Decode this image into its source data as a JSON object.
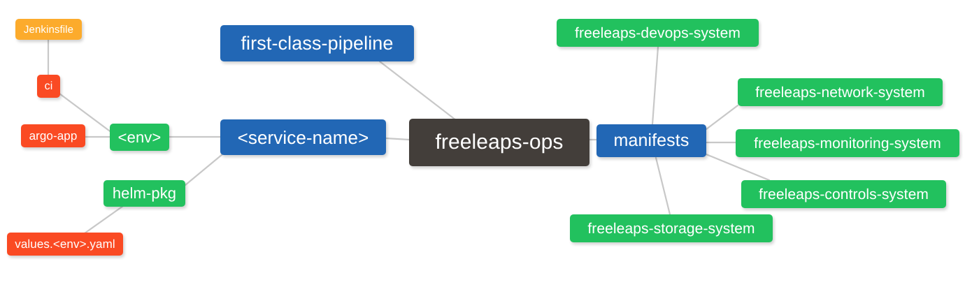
{
  "diagram": {
    "type": "mindmap",
    "title": "freeleaps-ops",
    "background_color": "#ffffff",
    "edge_color": "#c8c8c8"
  },
  "palette": {
    "root_dark": "#433e3a",
    "blue": "#2267b5",
    "green": "#22c15e",
    "red": "#fa4a23",
    "orange": "#fcab2c",
    "text": "#ffffff",
    "edge": "#c8c8c8"
  },
  "nodes": {
    "root": {
      "label": "freeleaps-ops",
      "color": "root_dark"
    },
    "service_name": {
      "label": "<service-name>",
      "color": "blue"
    },
    "first_class_pipeline": {
      "label": "first-class-pipeline",
      "color": "blue"
    },
    "manifests": {
      "label": "manifests",
      "color": "blue"
    },
    "env": {
      "label": "<env>",
      "color": "green"
    },
    "helm_pkg": {
      "label": "helm-pkg",
      "color": "green"
    },
    "jenkinsfile": {
      "label": "Jenkinsfile",
      "color": "orange"
    },
    "ci": {
      "label": "ci",
      "color": "red"
    },
    "argo_app": {
      "label": "argo-app",
      "color": "red"
    },
    "values_yaml": {
      "label": "values.<env>.yaml",
      "color": "red"
    },
    "devops_system": {
      "label": "freeleaps-devops-system",
      "color": "green"
    },
    "network_system": {
      "label": "freeleaps-network-system",
      "color": "green"
    },
    "monitoring_system": {
      "label": "freeleaps-monitoring-system",
      "color": "green"
    },
    "controls_system": {
      "label": "freeleaps-controls-system",
      "color": "green"
    },
    "storage_system": {
      "label": "freeleaps-storage-system",
      "color": "green"
    }
  },
  "edges": [
    {
      "from": "root",
      "to": "service_name"
    },
    {
      "from": "root",
      "to": "first_class_pipeline"
    },
    {
      "from": "root",
      "to": "manifests"
    },
    {
      "from": "service_name",
      "to": "env"
    },
    {
      "from": "service_name",
      "to": "helm_pkg"
    },
    {
      "from": "env",
      "to": "ci"
    },
    {
      "from": "env",
      "to": "argo_app"
    },
    {
      "from": "ci",
      "to": "jenkinsfile"
    },
    {
      "from": "helm_pkg",
      "to": "values_yaml"
    },
    {
      "from": "manifests",
      "to": "devops_system"
    },
    {
      "from": "manifests",
      "to": "network_system"
    },
    {
      "from": "manifests",
      "to": "monitoring_system"
    },
    {
      "from": "manifests",
      "to": "controls_system"
    },
    {
      "from": "manifests",
      "to": "storage_system"
    }
  ]
}
